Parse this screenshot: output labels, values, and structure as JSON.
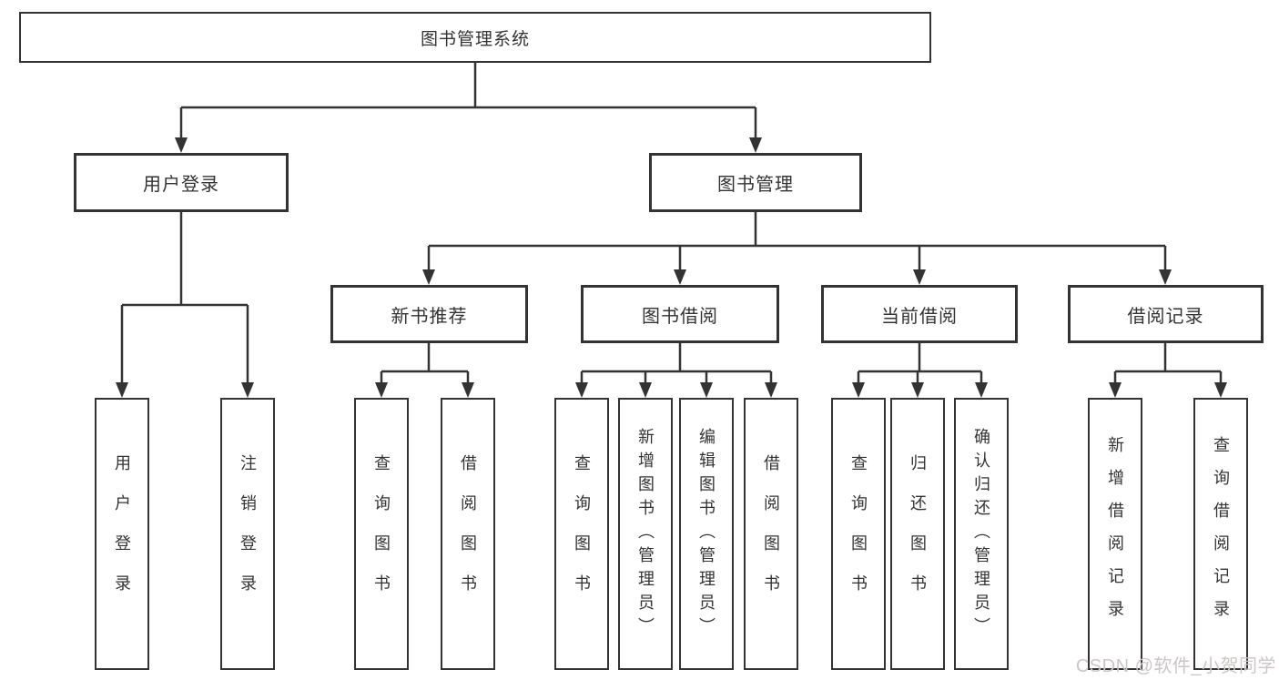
{
  "root": {
    "label": "图书管理系统"
  },
  "tree": [
    {
      "label": "用户登录",
      "children": [
        {
          "label": "用户登录"
        },
        {
          "label": "注销登录"
        }
      ]
    },
    {
      "label": "图书管理",
      "children": [
        {
          "label": "新书推荐",
          "children": [
            {
              "label": "查询图书"
            },
            {
              "label": "借阅图书"
            }
          ]
        },
        {
          "label": "图书借阅",
          "children": [
            {
              "label": "查询图书"
            },
            {
              "label": "新增图书（管理员）"
            },
            {
              "label": "编辑图书（管理员）"
            },
            {
              "label": "借阅图书"
            }
          ]
        },
        {
          "label": "当前借阅",
          "children": [
            {
              "label": "查询图书"
            },
            {
              "label": "归还图书"
            },
            {
              "label": "确认归还（管理员）"
            }
          ]
        },
        {
          "label": "借阅记录",
          "children": [
            {
              "label": "新增借阅记录"
            },
            {
              "label": "查询借阅记录"
            }
          ]
        }
      ]
    }
  ],
  "watermark": {
    "text": "CSDN @软件_小贺同学"
  },
  "colors": {
    "line": "#333333",
    "text": "#333333",
    "watermark": "#ccc6c6",
    "background": "#ffffff"
  }
}
